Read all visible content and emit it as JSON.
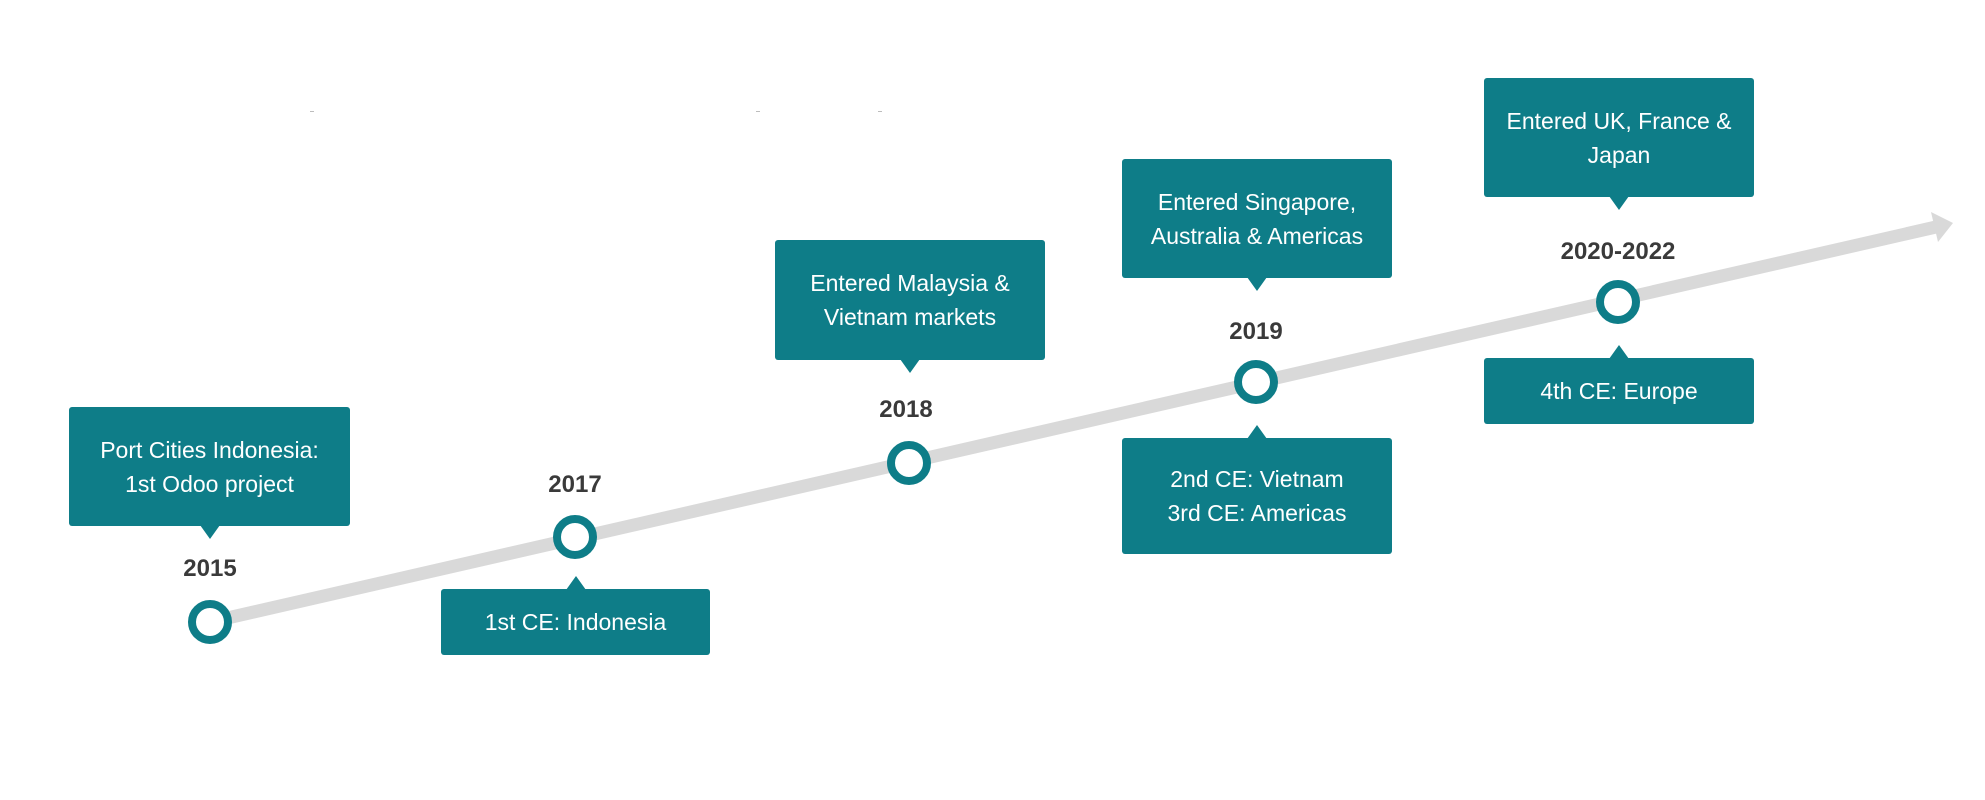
{
  "milestones": [
    {
      "year": "2015",
      "above": "Port Cities Indonesia:\n1st Odoo project",
      "below": ""
    },
    {
      "year": "2017",
      "above": "",
      "below": "1st CE:  Indonesia"
    },
    {
      "year": "2018",
      "above": "Entered Malaysia &\nVietnam markets",
      "below": ""
    },
    {
      "year": "2019",
      "above": "Entered Singapore,\nAustralia & Americas",
      "below": "2nd CE: Vietnam\n3rd CE: Americas"
    },
    {
      "year": "2020-2022",
      "above": "Entered UK, France &\nJapan",
      "below": "4th CE: Europe"
    }
  ],
  "colors": {
    "accent": "#0e7d88",
    "track": "#d9d9d9",
    "year_text": "#3a3a3a"
  }
}
